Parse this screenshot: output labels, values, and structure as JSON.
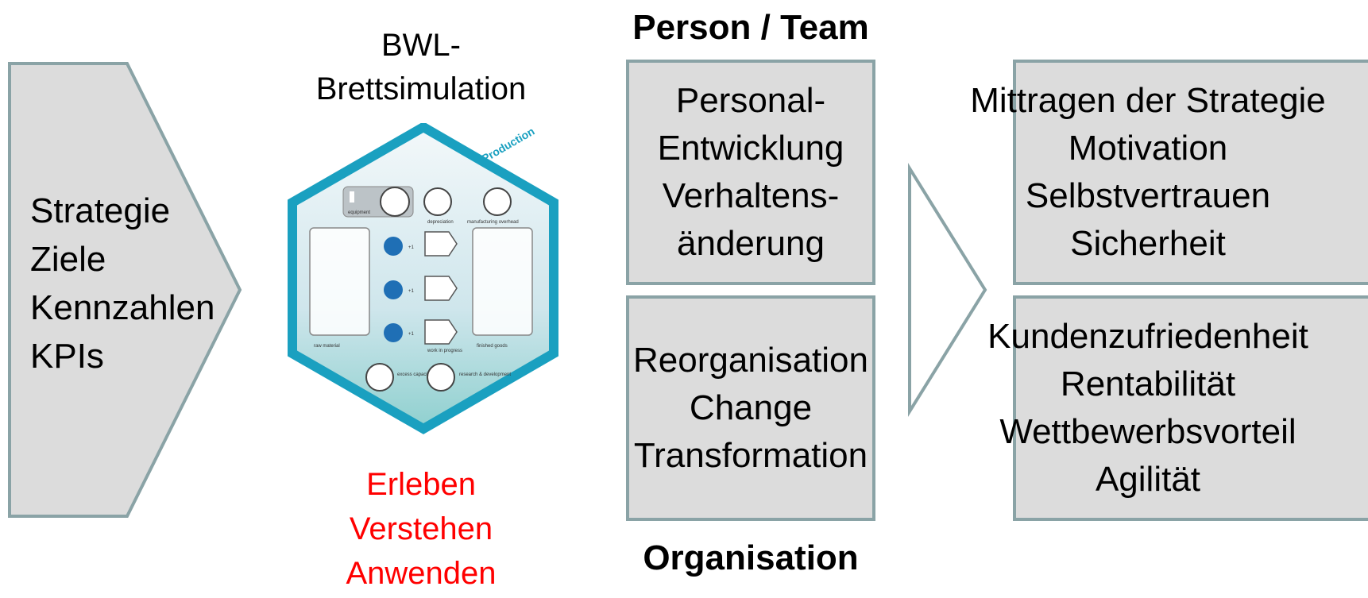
{
  "left_arrow": {
    "items": [
      "Strategie",
      "Ziele",
      "Kennzahlen",
      "KPIs"
    ]
  },
  "simulation": {
    "title_lines": [
      "BWL-",
      "Brettsimulation"
    ],
    "board": {
      "title": "Production",
      "labels": [
        "equipment",
        "depreciation",
        "manufacturing overhead",
        "raw material",
        "work in progress",
        "finished goods",
        "excess capacity",
        "research & development"
      ],
      "coin_label": "+1"
    },
    "outcomes": [
      "Erleben",
      "Verstehen",
      "Anwenden"
    ]
  },
  "person_team": {
    "heading": "Person / Team",
    "lines": [
      "Personal-",
      "Entwicklung",
      "Verhaltens-",
      "änderung"
    ]
  },
  "organisation": {
    "heading": "Organisation",
    "lines": [
      "Reorganisation",
      "Change",
      "Transformation"
    ]
  },
  "results_top": {
    "lines": [
      "Mittragen der Strategie",
      "Motivation",
      "Selbstvertrauen",
      "Sicherheit"
    ]
  },
  "results_bottom": {
    "lines": [
      "Kundenzufriedenheit",
      "Rentabilität",
      "Wettbewerbsvorteil",
      "Agilität"
    ]
  },
  "colors": {
    "box_fill": "#dcdcdc",
    "box_border": "#8aa3a6",
    "accent_red": "#ff0000",
    "board_teal": "#1aa0c0"
  }
}
